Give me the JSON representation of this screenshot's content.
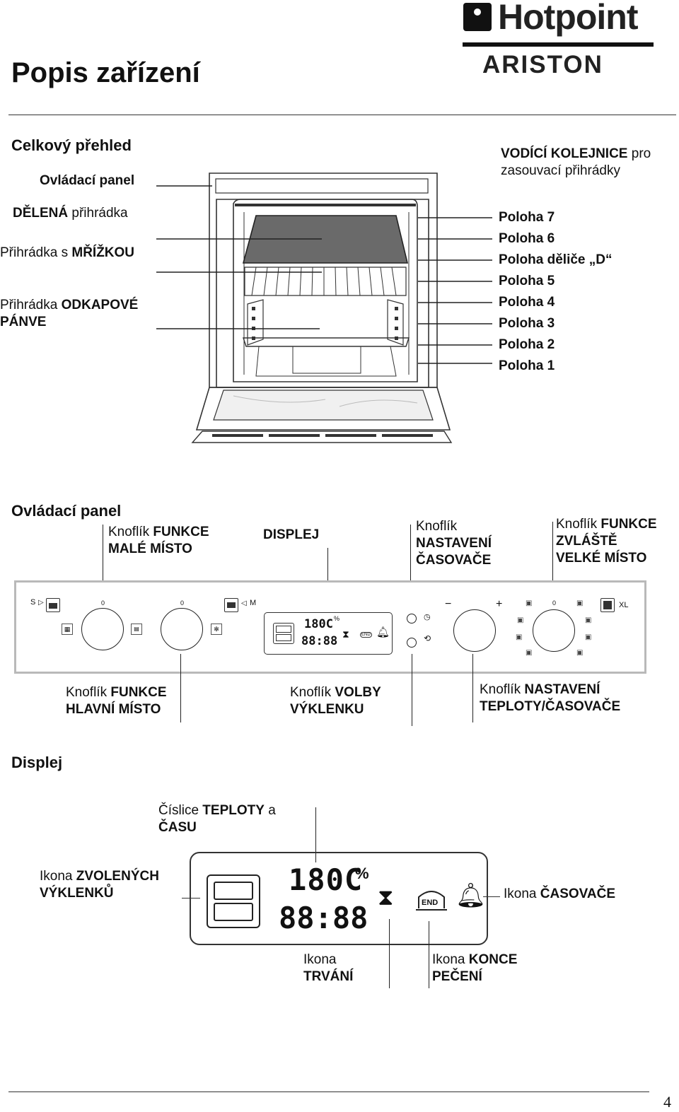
{
  "brand": {
    "name": "Hotpoint",
    "sub": "ARISTON"
  },
  "page_title": "Popis zařízení",
  "overview": {
    "heading": "Celkový přehled",
    "left_labels": {
      "control_panel": "Ovládací panel",
      "divided_a": "DĚLENÁ",
      "divided_b": " přihrádka",
      "grid_a": "Přihrádka s ",
      "grid_b": "MŘÍŽKOU",
      "drip_a": "Přihrádka ",
      "drip_b": "ODKAPOVÉ",
      "drip_c": "PÁNVE"
    },
    "rails_a": "VODÍCÍ KOLEJNICE",
    "rails_b": " pro",
    "rails_c": "zasouvací přihrádky",
    "positions": [
      "Poloha 7",
      "Poloha 6",
      "Poloha děliče „D“",
      "Poloha 5",
      "Poloha 4",
      "Poloha 3",
      "Poloha 2",
      "Poloha 1"
    ]
  },
  "control_panel": {
    "heading": "Ovládací panel",
    "top_labels": {
      "small_a": "Knoflík ",
      "small_b": "FUNKCE",
      "small_c": "MALÉ MÍSTO",
      "display": "DISPLEJ",
      "timer_a": "Knoflík",
      "timer_b": "NASTAVENÍ",
      "timer_c": "ČASOVAČE",
      "xl_a": "Knoflík ",
      "xl_b": "FUNKCE",
      "xl_c": "ZVLÁŠTĚ",
      "xl_d": "VELKÉ MÍSTO"
    },
    "bottom_labels": {
      "main_a": "Knoflík ",
      "main_b": "FUNKCE",
      "main_c": "HLAVNÍ MÍSTO",
      "cavity_a": "Knoflík ",
      "cavity_b": "VOLBY",
      "cavity_c": "VÝKLENKU",
      "temp_a": "Knoflík ",
      "temp_b": "NASTAVENÍ",
      "temp_c": "TEPLOTY/ČASOVAČE"
    },
    "panel_marks": {
      "s": "S",
      "m": "M",
      "xl": "XL",
      "zero": "0",
      "minus": "−",
      "plus": "+",
      "lcd_temp": "180C",
      "lcd_pct": "%",
      "lcd_time": "88:88",
      "end": "END"
    }
  },
  "display_section": {
    "heading": "Displej",
    "digits_a": "Číslice ",
    "digits_b": "TEPLOTY",
    "digits_c": " a",
    "digits_d": "ČASU",
    "cavities_a": "Ikona ",
    "cavities_b": "ZVOLENÝCH",
    "cavities_c": "VÝKLENKŮ",
    "timer_a": "Ikona ",
    "timer_b": "ČASOVAČE",
    "duration_a": "Ikona",
    "duration_b": "TRVÁNÍ",
    "end_a": "Ikona ",
    "end_b": "KONCE",
    "end_c": "PEČENÍ",
    "lcd_temp": "180C",
    "lcd_pct": "%",
    "lcd_time": "88:88",
    "end": "END"
  },
  "page_number": "4"
}
